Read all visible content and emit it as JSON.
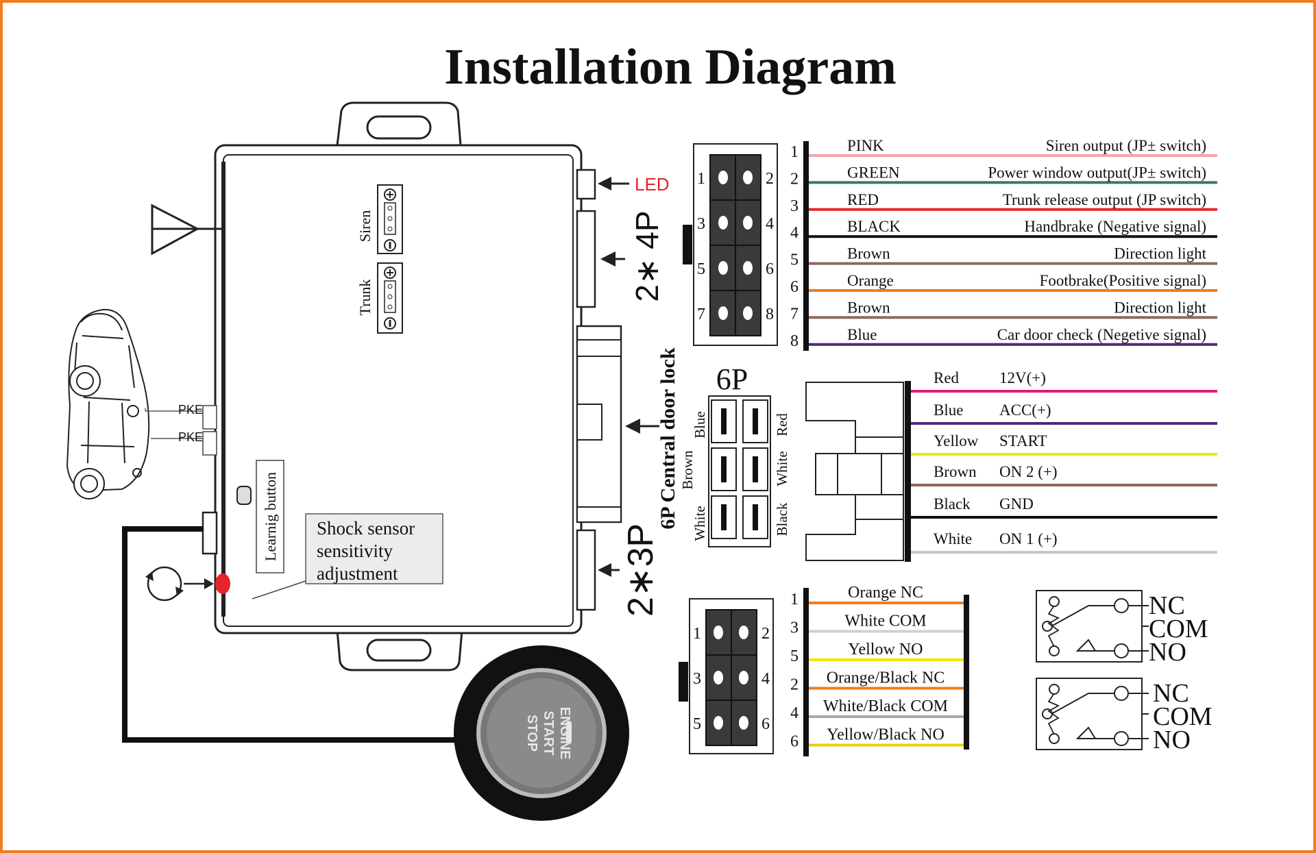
{
  "title": "Installation  Diagram",
  "main_unit": {
    "led_label": "LED",
    "connector_4p_label": "2∗ 4P",
    "connector_3p_label": "2∗3P",
    "central_lock_label": "6P Central door lock",
    "siren_jumper_label": "Siren",
    "trunk_jumper_label": "Trunk",
    "learning_button_label": "Learnig  button",
    "shock_sensor_lines": [
      "Shock sensor",
      "sensitivity",
      "adjustment"
    ],
    "pke_labels": [
      "PKE",
      "PKE"
    ]
  },
  "start_button": {
    "lines": [
      "ENGINE",
      "START",
      "STOP"
    ]
  },
  "connector_8p": {
    "pin_numbers_left": [
      "1",
      "3",
      "5",
      "7"
    ],
    "pin_numbers_right": [
      "2",
      "4",
      "6",
      "8"
    ],
    "wire_numbers": [
      "1",
      "2",
      "3",
      "4",
      "5",
      "6",
      "7",
      "8"
    ],
    "wires": [
      {
        "color_name": "PINK",
        "function": "Siren  output (JP±  switch)",
        "hex": "#f5a5b0"
      },
      {
        "color_name": "GREEN",
        "function": "Power  window  output(JP±  switch)",
        "hex": "#3d7a5a"
      },
      {
        "color_name": "RED",
        "function": "Trunk  release  output (JP  switch)",
        "hex": "#e8232a"
      },
      {
        "color_name": "BLACK",
        "function": "Handbrake (Negative  signal)",
        "hex": "#111111"
      },
      {
        "color_name": "Brown",
        "function": "Direction light",
        "hex": "#8a6a5a"
      },
      {
        "color_name": "Orange",
        "function": "Footbrake(Positive  signal)",
        "hex": "#f07d1e"
      },
      {
        "color_name": "Brown",
        "function": "Direction light",
        "hex": "#8a6a5a"
      },
      {
        "color_name": "Blue",
        "function": "Car door check (Negetive  signal)",
        "hex": "#4b2a7a"
      }
    ]
  },
  "connector_6p_lock": {
    "title": "6P",
    "left_labels": [
      "Blue",
      "Brown",
      "White"
    ],
    "right_labels": [
      "Red",
      "White",
      "Black"
    ]
  },
  "power_connector": {
    "wires": [
      {
        "color_name": "Red",
        "function": "12V(+)",
        "hex": "#e0207a"
      },
      {
        "color_name": "Blue",
        "function": "ACC(+)",
        "hex": "#4b2a7a"
      },
      {
        "color_name": "Yellow",
        "function": "START",
        "hex": "#f2e600"
      },
      {
        "color_name": "Brown",
        "function": "ON 2 (+)",
        "hex": "#8a6a5a"
      },
      {
        "color_name": "Black",
        "function": "GND",
        "hex": "#111111"
      },
      {
        "color_name": "White",
        "function": "ON 1 (+)",
        "hex": "#c8c8c8"
      }
    ]
  },
  "connector_3p": {
    "pin_numbers_left": [
      "1",
      "3",
      "5"
    ],
    "pin_numbers_right": [
      "2",
      "4",
      "6"
    ],
    "wire_numbers": [
      "1",
      "3",
      "5",
      "2",
      "4",
      "6"
    ],
    "wires": [
      {
        "label": "Orange  NC",
        "hex": "#f07d1e"
      },
      {
        "label": "White COM",
        "hex": "#d0d0d0"
      },
      {
        "label": "Yellow NO",
        "hex": "#f2e600"
      },
      {
        "label": "Orange/Black  NC",
        "hex": "#f07d1e"
      },
      {
        "label": "White/Black  COM",
        "hex": "#aaaaaa"
      },
      {
        "label": "Yellow/Black  NO",
        "hex": "#e6d200"
      }
    ]
  },
  "relays": [
    {
      "nc": "NC",
      "com": "COM",
      "no": "NO"
    },
    {
      "nc": "NC",
      "com": "COM",
      "no": "NO"
    }
  ],
  "colors": {
    "border": "#f07d1e",
    "led_text": "#e8232a",
    "led_dot": "#e8232a"
  }
}
